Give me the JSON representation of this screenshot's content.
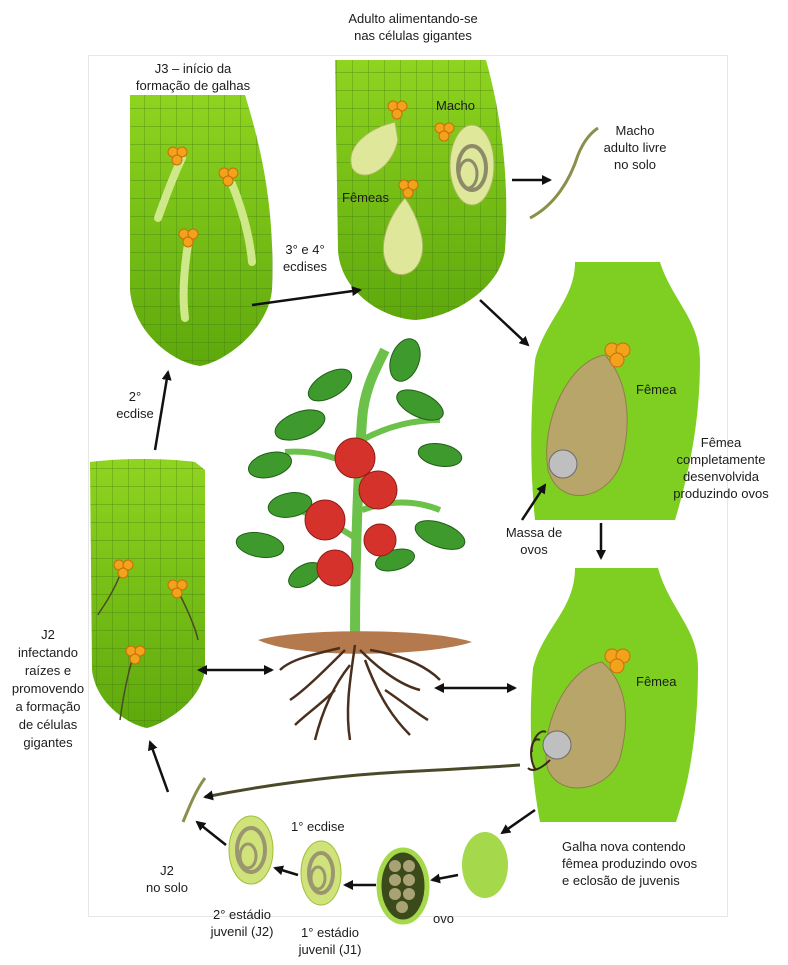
{
  "labels": {
    "adult_feeding_line1": "Adulto alimentando-se",
    "adult_feeding_line2": "nas células gigantes",
    "j3_line1": "J3 – início da",
    "j3_line2": "formação de galhas",
    "male_in_root": "Macho",
    "females": "Fêmeas",
    "free_male_line1": "Macho",
    "free_male_line2": "adulto livre",
    "free_male_line3": "no solo",
    "ecdysis34_line1": "3° e 4°",
    "ecdysis34_line2": "ecdises",
    "female_top": "Fêmea",
    "developed_line1": "Fêmea",
    "developed_line2": "completamente",
    "developed_line3": "desenvolvida",
    "developed_line4": "produzindo ovos",
    "ecdysis2_line1": "2°",
    "ecdysis2_line2": "ecdise",
    "egg_mass_line1": "Massa de",
    "egg_mass_line2": "ovos",
    "j2_infect_line1": "J2",
    "j2_infect_line2": "infectando",
    "j2_infect_line3": "raízes e",
    "j2_infect_line4": "promovendo",
    "j2_infect_line5": "a formação",
    "j2_infect_line6": "de células",
    "j2_infect_line7": "gigantes",
    "female_bottom": "Fêmea",
    "gall_line1": "Galha nova contendo",
    "gall_line2": "fêmea produzindo ovos",
    "gall_line3": "e eclosão de juvenis",
    "ecdysis1": "1° ecdise",
    "j2_soil_line1": "J2",
    "j2_soil_line2": "no solo",
    "stage2_line1": "2° estádio",
    "stage2_line2": "juvenil (J2)",
    "stage1_line1": "1° estádio",
    "stage1_line2": "juvenil (J1)",
    "egg": "ovo"
  },
  "colors": {
    "root_green": "#8ed420",
    "root_green_dark": "#5fa70f",
    "grid_line": "#3f7a10",
    "gall_green": "#7fcf22",
    "female_body": "#b8a56a",
    "giant_cell": "#f3a21c",
    "leaf": "#3f9a2d",
    "tomato": "#d6322c",
    "soil": "#b47a4e",
    "root_brown": "#4a2f1e"
  }
}
